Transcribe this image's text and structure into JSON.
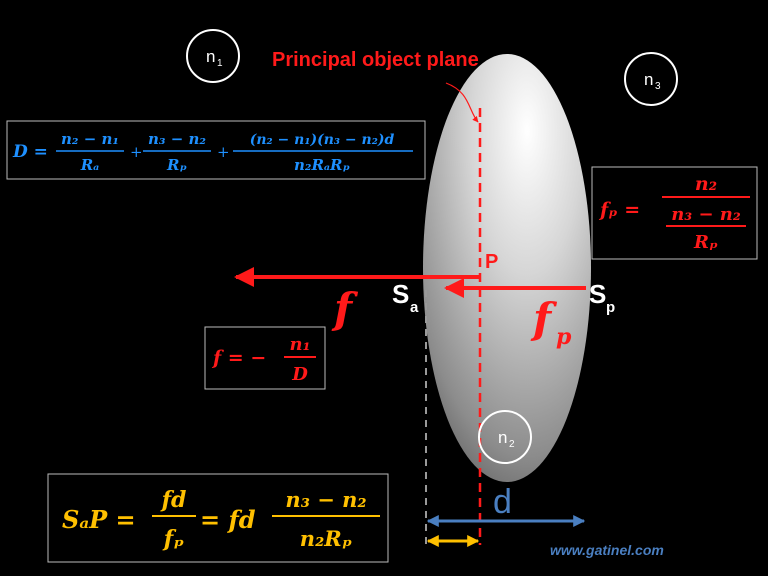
{
  "media": {
    "n1": "n",
    "n1_sub": "1",
    "n2": "n",
    "n2_sub": "2",
    "n3": "n",
    "n3_sub": "3",
    "plane_label": "Principal object plane",
    "P": "P",
    "Sa": "S",
    "Sa_sub": "a",
    "Sp": "S",
    "Sp_sub": "p",
    "f": "f",
    "fp": "f",
    "fp_sub": "p",
    "d": "d",
    "url": "www.gatinel.com"
  },
  "formulas": {
    "D": {
      "lhs": "D =",
      "t1_num": "n₂ − n₁",
      "t1_den": "Rₐ",
      "plus1": "+",
      "t2_num": "n₃ − n₂",
      "t2_den": "Rₚ",
      "plus2": "+",
      "t3_num": "(n₂ − n₁)(n₃ − n₂)d",
      "t3_den": "n₂RₐRₚ"
    },
    "fp": {
      "lhs": "fₚ =",
      "num": "n₂",
      "den_top": "n₃ − n₂",
      "den_bot": "Rₚ"
    },
    "f": {
      "lhs": "f = −",
      "num": "n₁",
      "den": "D"
    },
    "SaP": {
      "lhs": "SₐP =",
      "frac1_num": "fd",
      "frac1_den": "fₚ",
      "mid": "= fd",
      "frac2_num": "n₃ − n₂",
      "frac2_den": "n₂Rₚ"
    }
  },
  "colors": {
    "background": "#000000",
    "red": "#ff1a1a",
    "formula_blue": "#1e90ff",
    "gold": "#ffc000",
    "steel_blue": "#4a7fc1",
    "white": "#ffffff"
  }
}
